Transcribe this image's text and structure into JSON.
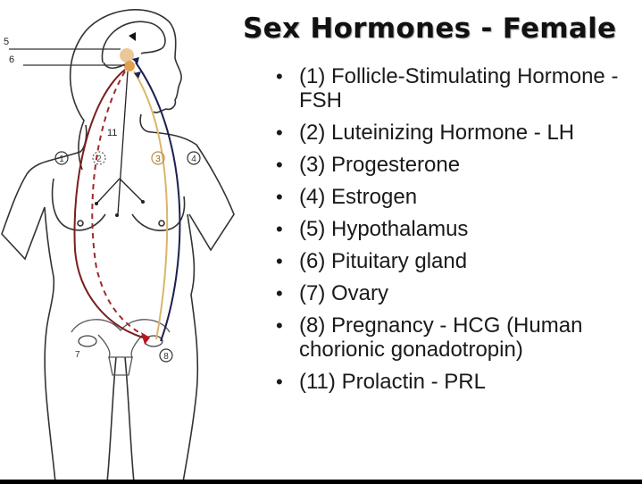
{
  "title": "Sex Hormones - Female",
  "legend": [
    {
      "num": "1",
      "text": "(1) Follicle-Stimulating Hormone - FSH"
    },
    {
      "num": "2",
      "text": "(2) Luteinizing Hormone - LH"
    },
    {
      "num": "3",
      "text": "(3) Progesterone"
    },
    {
      "num": "4",
      "text": "(4) Estrogen"
    },
    {
      "num": "5",
      "text": "(5) Hypothalamus"
    },
    {
      "num": "6",
      "text": "(6) Pituitary gland"
    },
    {
      "num": "7",
      "text": "(7) Ovary"
    },
    {
      "num": "8",
      "text": "(8) Pregnancy - HCG (Human chorionic gonadotropin)"
    },
    {
      "num": "11",
      "text": "(11) Prolactin - PRL"
    }
  ],
  "bullet": "•",
  "diagram": {
    "labels": {
      "hypothalamus": "5",
      "pituitary": "6",
      "prolactin": "11",
      "fsh": "1",
      "lh": "2",
      "progesterone": "3",
      "estrogen": "4",
      "ovary": "7",
      "pregnancy": "8"
    },
    "colors": {
      "outline": "#333333",
      "fsh": "#7a1f1f",
      "lh": "#9e2a2a",
      "progesterone": "#d9b66a",
      "estrogen": "#1c2050",
      "gland": "#e0a050",
      "ovary_highlight": "#c0141c"
    }
  }
}
